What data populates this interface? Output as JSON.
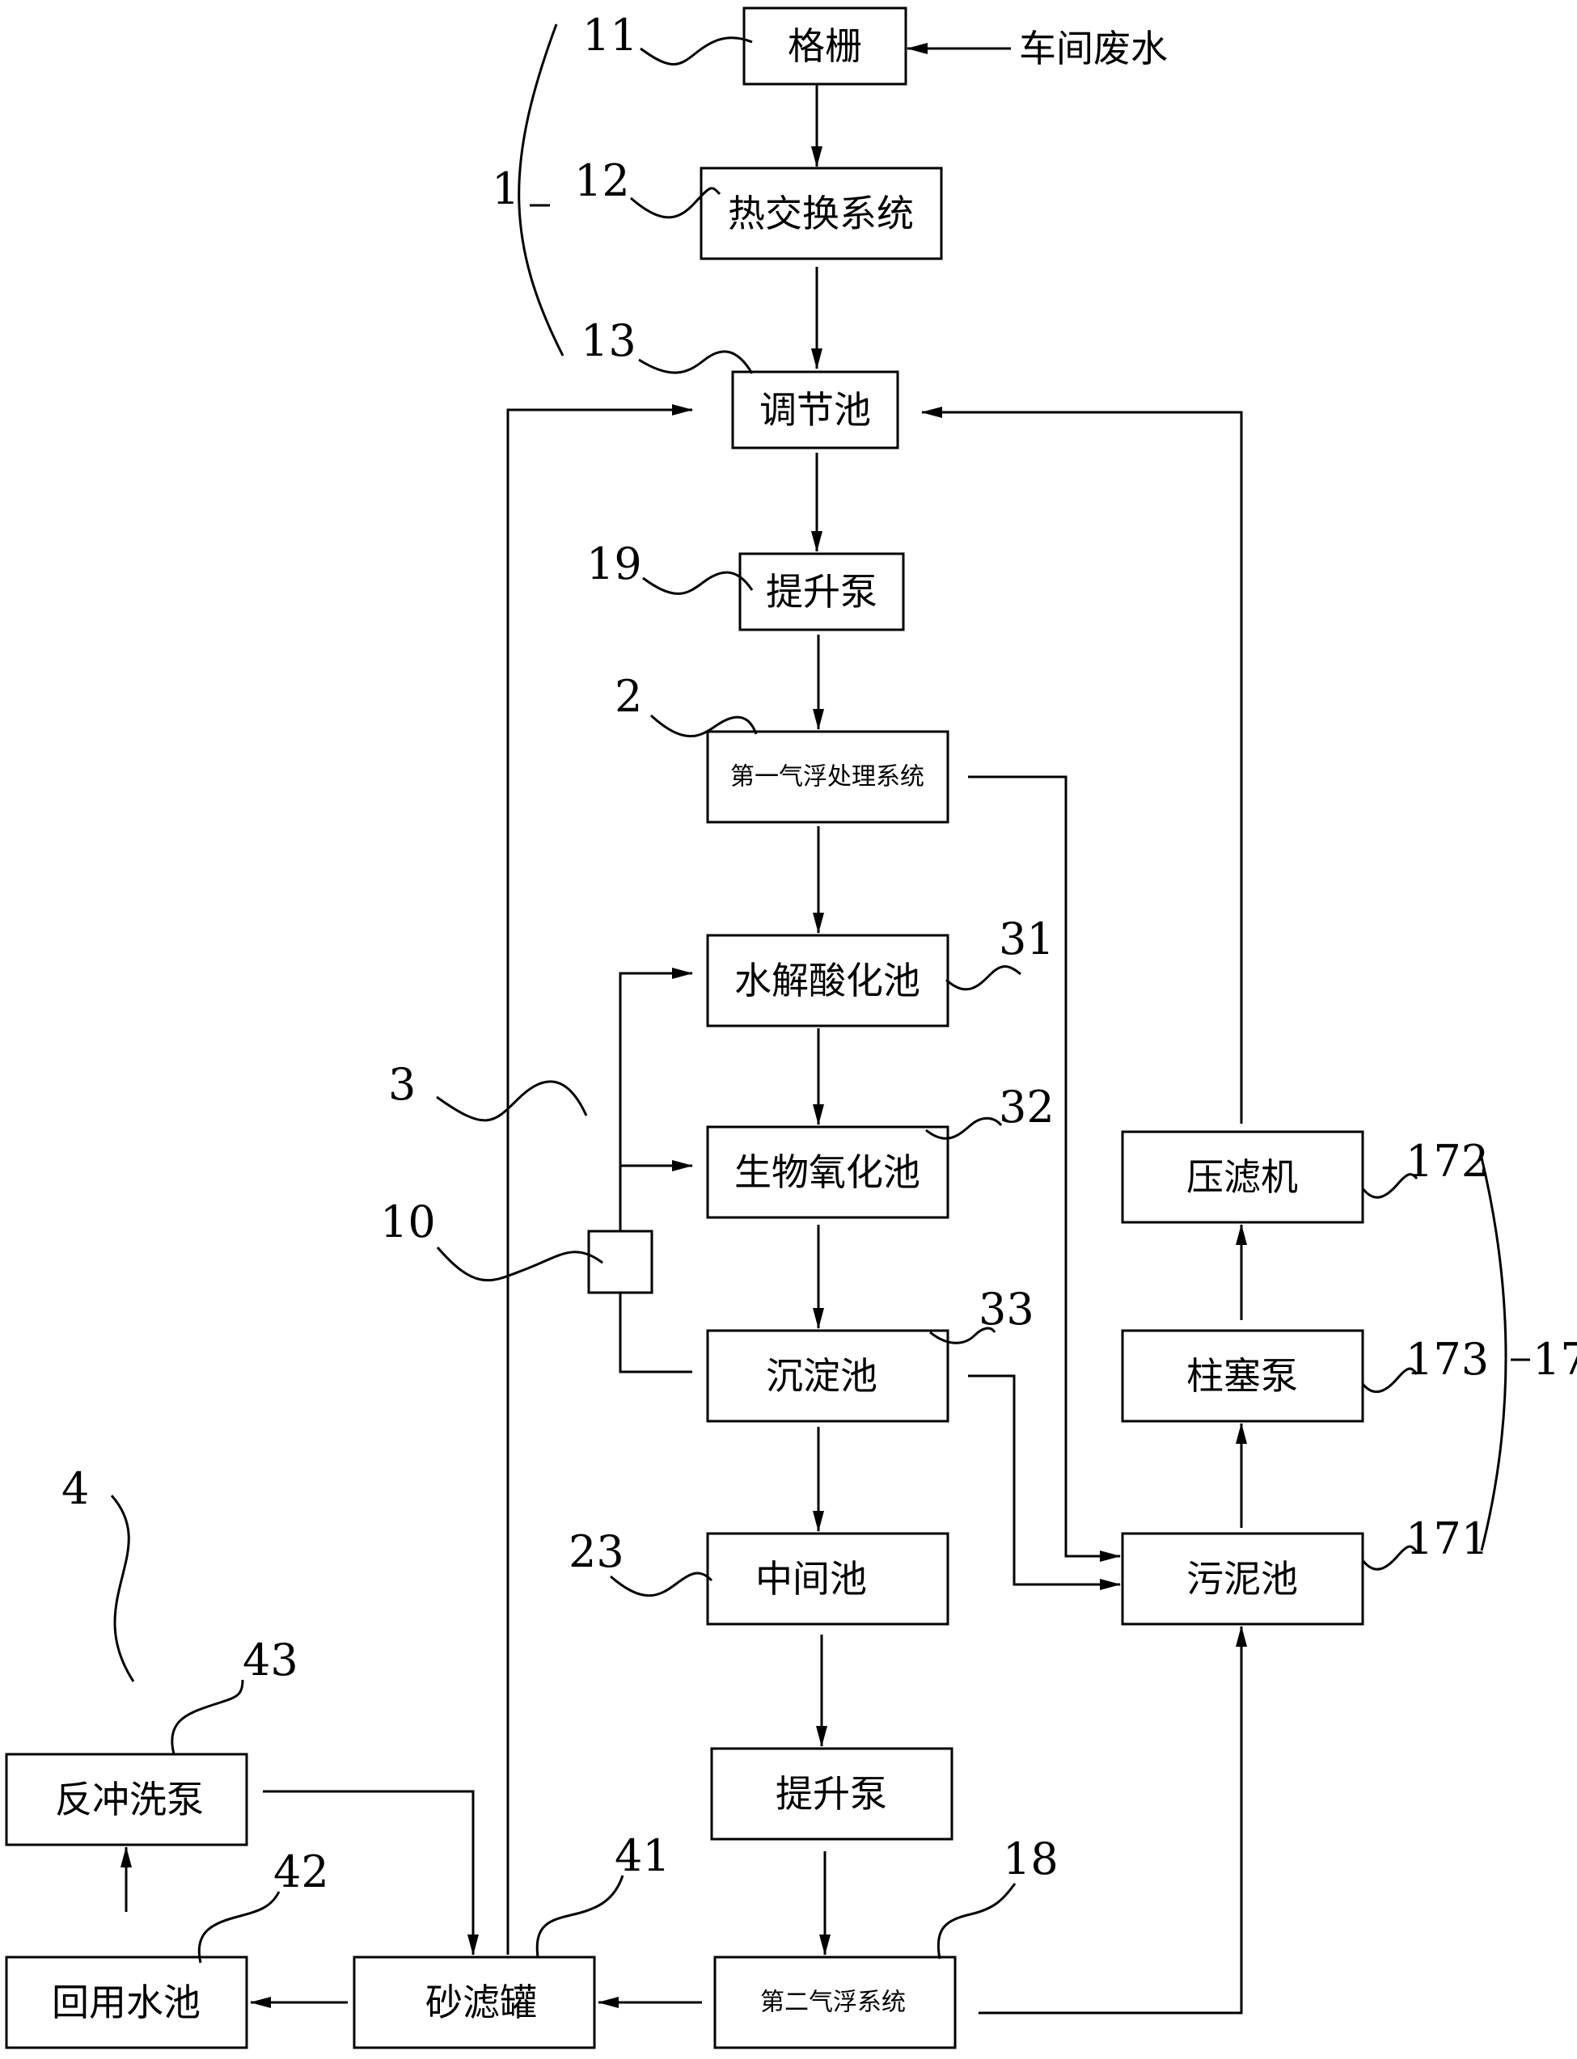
{
  "boxes": {
    "grille": "格栅",
    "heat_exchange": "热交换系统",
    "regulating_tank": "调节池",
    "lift_pump_1": "提升泵",
    "first_flotation": "第一气浮处理系统",
    "hydrolysis_tank": "水解酸化池",
    "bio_oxidation_tank": "生物氧化池",
    "sedimentation_tank": "沉淀池",
    "intermediate_tank": "中间池",
    "lift_pump_2": "提升泵",
    "second_flotation": "第二气浮系统",
    "sand_filter_tank": "砂滤罐",
    "reuse_water_tank": "回用水池",
    "backwash_pump": "反冲洗泵",
    "sludge_tank": "污泥池",
    "plunger_pump": "柱塞泵",
    "filter_press": "压滤机"
  },
  "input_label": "车间废水",
  "refs": {
    "r11": "11",
    "r12": "12",
    "r13": "13",
    "r1": "1",
    "r19": "19",
    "r2": "2",
    "r31": "31",
    "r3": "3",
    "r32": "32",
    "r10": "10",
    "r33": "33",
    "r23": "23",
    "r4": "4",
    "r43": "43",
    "r42": "42",
    "r41": "41",
    "r18": "18",
    "r172": "172",
    "r173": "173",
    "r17": "17",
    "r171": "171"
  }
}
